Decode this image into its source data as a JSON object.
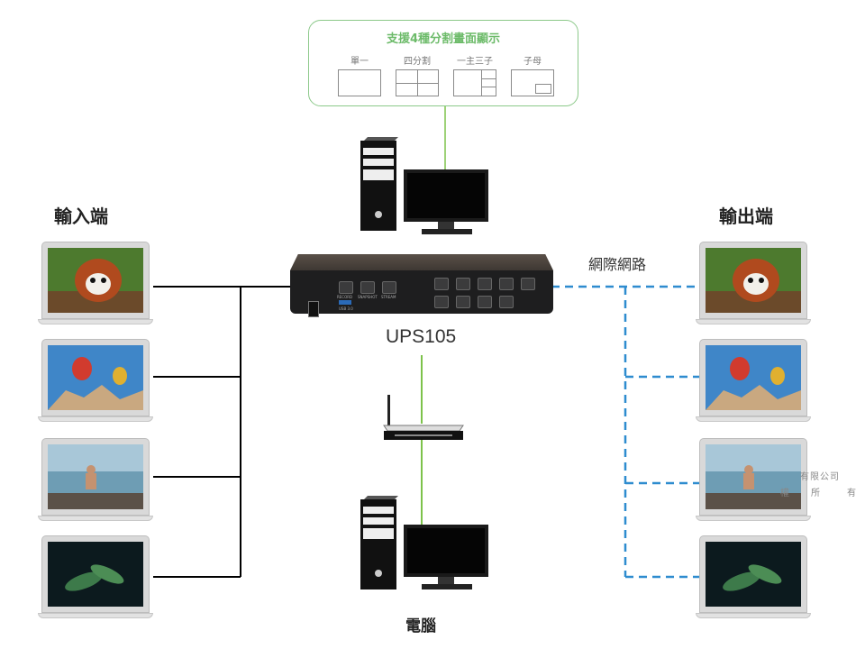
{
  "split_modes": {
    "title": "支援4種分割畫面顯示",
    "modes": [
      "單一",
      "四分割",
      "一主三子",
      "子母"
    ]
  },
  "input_heading": "輸入端",
  "output_heading": "輸出端",
  "network_label": "網際網路",
  "device": {
    "name": "UPS105",
    "buttons": [
      "RECORD",
      "SNAPSHOT",
      "STREAM"
    ],
    "usb_label": "USB 3.0"
  },
  "computer_label": "電腦",
  "watermark": {
    "line1": "有限公司",
    "line2": [
      "權",
      "所",
      "有"
    ]
  },
  "colors": {
    "wire_input": "#000000",
    "wire_network": "#2e8ccf",
    "wire_computer": "#7dc24b",
    "split_border": "#8cc98a"
  },
  "laptop_images": [
    "red-panda",
    "hot-air-balloons",
    "woman-on-beach-rock",
    "green-plant-water-drops"
  ]
}
